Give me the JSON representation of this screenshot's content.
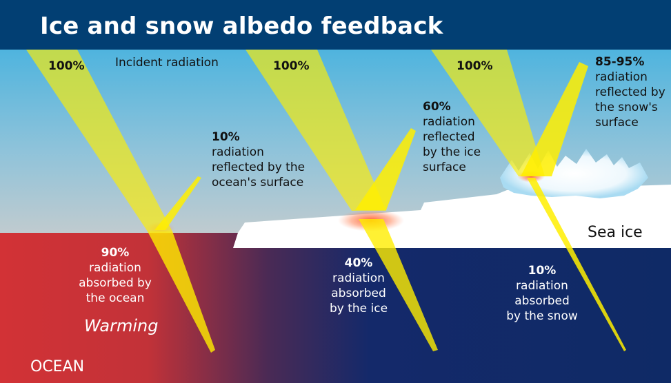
{
  "title": "Ice and snow albedo feedback",
  "labels": {
    "incident_radiation": "Incident radiation",
    "beam_ocean_pct": "100%",
    "beam_ice_pct": "100%",
    "beam_snow_pct": "100%",
    "ocean_reflect_pct": "10%",
    "ocean_reflect_text": [
      "radiation",
      "reflected by the",
      "ocean's surface"
    ],
    "ice_reflect_pct": "60%",
    "ice_reflect_text": [
      "radiation",
      "reflected",
      "by the ice",
      "surface"
    ],
    "snow_reflect_pct": "85-95%",
    "snow_reflect_text": [
      "radiation",
      "reflected by",
      "the snow's",
      "surface"
    ],
    "ocean_absorb_pct": "90%",
    "ocean_absorb_text": [
      "radiation",
      "absorbed by",
      "the ocean"
    ],
    "warming": "Warming",
    "ice_absorb_pct": "40%",
    "ice_absorb_text": [
      "radiation",
      "absorbed",
      "by the ice"
    ],
    "snow_absorb_pct": "10%",
    "snow_absorb_text": [
      "radiation",
      "absorbed",
      "by the snow"
    ],
    "sea_ice": "Sea ice",
    "ocean": "OCEAN"
  },
  "colors": {
    "title_bar": "#023f73",
    "sky_top": "#4fb4de",
    "sky_bottom": "#b9c9d0",
    "ocean_warm": "#d23236",
    "ocean_deep": "#0f2a66",
    "beam_yellow": "#ffee00",
    "ice": "#ffffff",
    "snow_edge": "#a9dbf2"
  }
}
